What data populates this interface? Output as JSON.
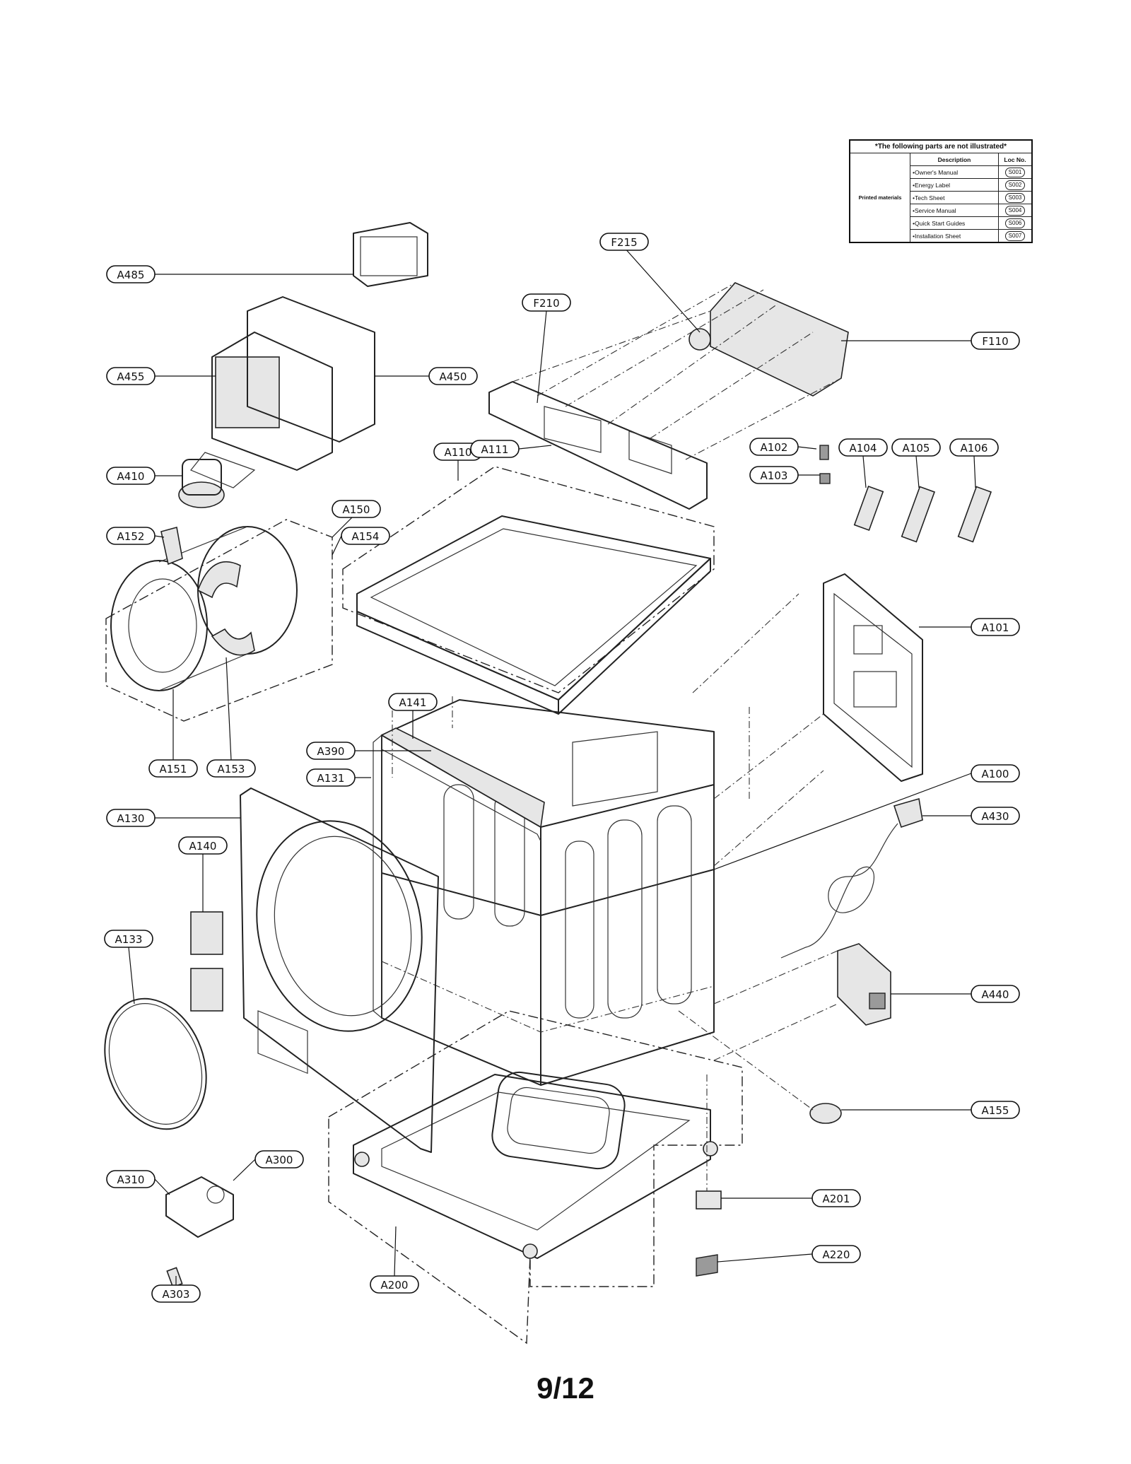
{
  "not_illustrated": {
    "title": "*The following parts are not illustrated*",
    "header_description": "Description",
    "header_loc": "Loc No.",
    "category": "Printed materials",
    "rows": [
      {
        "description": "•Owner's Manual",
        "loc": "S001"
      },
      {
        "description": "•Energy Label",
        "loc": "S002"
      },
      {
        "description": "•Tech Sheet",
        "loc": "S003"
      },
      {
        "description": "•Service Manual",
        "loc": "S004"
      },
      {
        "description": "•Quick Start Guides",
        "loc": "S006"
      },
      {
        "description": "•Installation Sheet",
        "loc": "S007"
      }
    ]
  },
  "labels": [
    "A485",
    "A455",
    "A450",
    "A410",
    "A150",
    "A152",
    "A154",
    "A151",
    "A153",
    "A130",
    "A140",
    "A133",
    "A310",
    "A300",
    "A303",
    "A200",
    "A201",
    "A220",
    "A155",
    "A440",
    "A430",
    "A100",
    "A101",
    "A131",
    "A390",
    "A141",
    "A110",
    "A111",
    "F210",
    "F215",
    "F110",
    "A102",
    "A103",
    "A104",
    "A105",
    "A106"
  ],
  "page_number": "9/12"
}
